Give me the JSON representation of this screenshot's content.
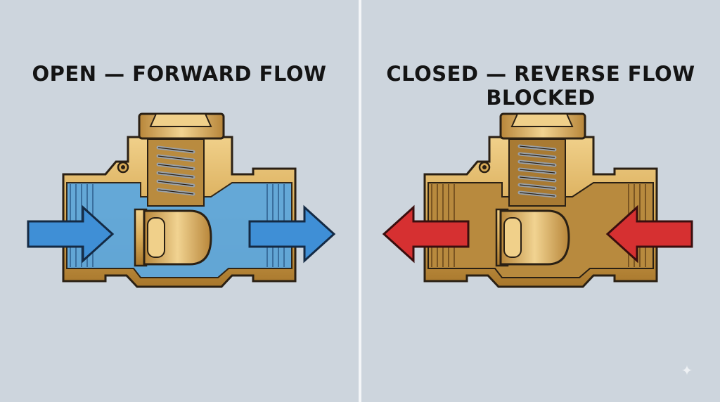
{
  "panels": {
    "open": {
      "title": "OPEN — FORWARD FLOW",
      "state": "open",
      "flow_color": "#3f8fd6",
      "fluid_color": "#5ea8de"
    },
    "closed": {
      "title": "CLOSED — REVERSE FLOW BLOCKED",
      "state": "closed",
      "flow_color": "#d63031"
    }
  },
  "colors": {
    "background": "#cdd5dd",
    "divider": "#f4f6f8",
    "brass": "#d9ac58",
    "brass_dark": "#a8772c",
    "brass_light": "#f0d08a",
    "outline": "#2a2014",
    "spring": "#9aa1a8"
  },
  "icons": {
    "sparkle": "sparkle-icon"
  }
}
